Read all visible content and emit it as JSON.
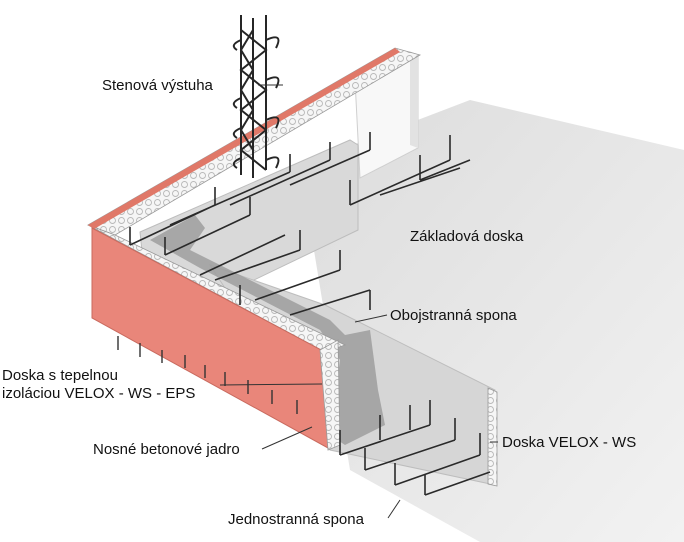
{
  "labels": {
    "wall_reinforcement": "Stenová výstuha",
    "base_slab": "Základová doska",
    "double_tie": "Obojstranná spona",
    "insulated_board_line1": "Doska s tepelnou",
    "insulated_board_line2": "izoláciou VELOX - WS - EPS",
    "concrete_core": "Nosné betonové jadro",
    "velox_board": "Doska VELOX - WS",
    "single_tie": "Jednostranná spona"
  },
  "colors": {
    "insulation_face": "#e9867a",
    "insulation_core": "#f4f4f4",
    "board_face": "#d4d4d4",
    "board_inner": "#e6e6e6",
    "base_slab": "#e3e3e3",
    "concrete_shadow": "#9a9a9a",
    "steel": "#2a2a2a",
    "leader": "#333333"
  }
}
